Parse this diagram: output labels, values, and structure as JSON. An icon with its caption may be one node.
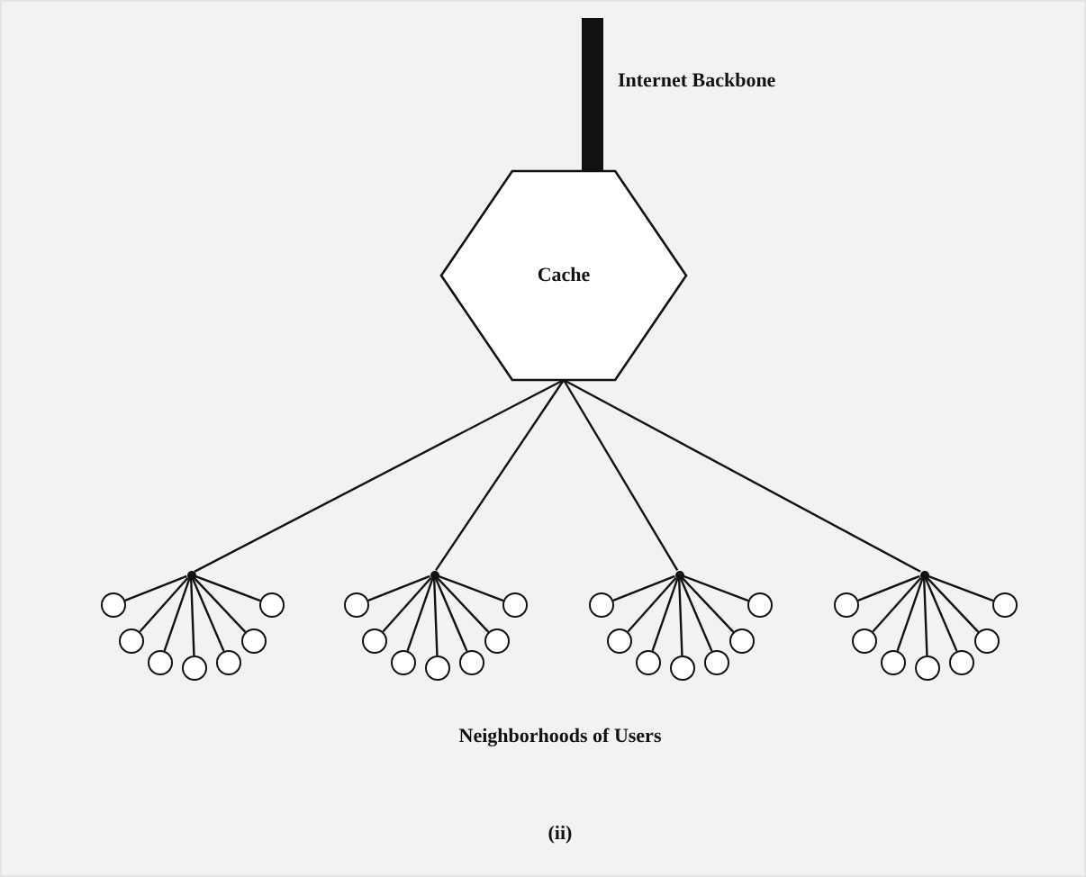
{
  "diagram": {
    "nodes": [
      {
        "text": [],
        "shape": "bar",
        "beside": [
          "Internet Backbone"
        ]
      },
      {
        "text": [
          "Cache"
        ]
      },
      {
        "text": [],
        "shape": "dot"
      },
      {
        "text": [],
        "shape": "dot"
      },
      {
        "text": [],
        "shape": "dot"
      },
      {
        "text": [],
        "shape": "dot"
      },
      {
        "text": [],
        "shape": "circle"
      },
      {
        "text": [],
        "shape": "circle"
      },
      {
        "text": [],
        "shape": "circle"
      },
      {
        "text": [],
        "shape": "circle"
      },
      {
        "text": [],
        "shape": "circle"
      },
      {
        "text": [],
        "shape": "circle"
      },
      {
        "text": [],
        "shape": "circle"
      },
      {
        "text": [],
        "shape": "circle"
      },
      {
        "text": [],
        "shape": "circle"
      },
      {
        "text": [],
        "shape": "circle"
      },
      {
        "text": [],
        "shape": "circle"
      },
      {
        "text": [],
        "shape": "circle"
      },
      {
        "text": [],
        "shape": "circle"
      },
      {
        "text": [],
        "shape": "circle"
      },
      {
        "text": [],
        "shape": "circle"
      },
      {
        "text": [],
        "shape": "circle"
      },
      {
        "text": [],
        "shape": "circle"
      },
      {
        "text": [],
        "shape": "circle"
      },
      {
        "text": [],
        "shape": "circle"
      },
      {
        "text": [],
        "shape": "circle"
      },
      {
        "text": [],
        "shape": "circle"
      },
      {
        "text": [],
        "shape": "circle"
      },
      {
        "text": [],
        "shape": "circle"
      },
      {
        "text": [],
        "shape": "circle"
      },
      {
        "text": [],
        "shape": "circle"
      },
      {
        "text": [],
        "shape": "circle"
      },
      {
        "text": [],
        "shape": "circle"
      },
      {
        "text": [],
        "shape": "circle"
      }
    ],
    "edges": [
      {
        "from": 1,
        "to": 2,
        "arrow": "none"
      },
      {
        "from": 1,
        "to": 3,
        "arrow": "none"
      },
      {
        "from": 1,
        "to": 4,
        "arrow": "none"
      },
      {
        "from": 1,
        "to": 5,
        "arrow": "none"
      },
      {
        "from": 2,
        "to": 6,
        "arrow": "none"
      },
      {
        "from": 2,
        "to": 7,
        "arrow": "none"
      },
      {
        "from": 2,
        "to": 8,
        "arrow": "none"
      },
      {
        "from": 2,
        "to": 9,
        "arrow": "none"
      },
      {
        "from": 2,
        "to": 10,
        "arrow": "none"
      },
      {
        "from": 2,
        "to": 11,
        "arrow": "none"
      },
      {
        "from": 2,
        "to": 12,
        "arrow": "none"
      },
      {
        "from": 3,
        "to": 13,
        "arrow": "none"
      },
      {
        "from": 3,
        "to": 14,
        "arrow": "none"
      },
      {
        "from": 3,
        "to": 15,
        "arrow": "none"
      },
      {
        "from": 3,
        "to": 16,
        "arrow": "none"
      },
      {
        "from": 3,
        "to": 17,
        "arrow": "none"
      },
      {
        "from": 3,
        "to": 18,
        "arrow": "none"
      },
      {
        "from": 3,
        "to": 19,
        "arrow": "none"
      },
      {
        "from": 4,
        "to": 20,
        "arrow": "none"
      },
      {
        "from": 4,
        "to": 21,
        "arrow": "none"
      },
      {
        "from": 4,
        "to": 22,
        "arrow": "none"
      },
      {
        "from": 4,
        "to": 23,
        "arrow": "none"
      },
      {
        "from": 4,
        "to": 24,
        "arrow": "none"
      },
      {
        "from": 4,
        "to": 25,
        "arrow": "none"
      },
      {
        "from": 4,
        "to": 26,
        "arrow": "none"
      },
      {
        "from": 5,
        "to": 27,
        "arrow": "none"
      },
      {
        "from": 5,
        "to": 28,
        "arrow": "none"
      },
      {
        "from": 5,
        "to": 29,
        "arrow": "none"
      },
      {
        "from": 5,
        "to": 30,
        "arrow": "none"
      },
      {
        "from": 5,
        "to": 31,
        "arrow": "none"
      },
      {
        "from": 5,
        "to": 32,
        "arrow": "none"
      },
      {
        "from": 5,
        "to": 33,
        "arrow": "none"
      }
    ],
    "labels": [
      "Neighborhoods of Users",
      "(ii)"
    ]
  }
}
